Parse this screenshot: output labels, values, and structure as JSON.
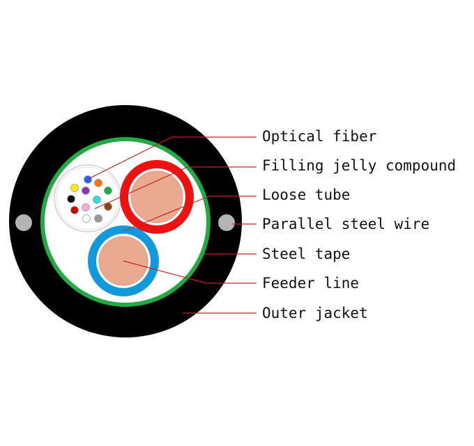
{
  "labels": [
    "Optical fiber",
    "Filling jelly compound",
    "Loose tube",
    "Parallel steel wire",
    "Steel tape",
    "Feeder line",
    "Outer jacket"
  ],
  "colors": {
    "jacket": "#000000",
    "steel_tape": "#22aa44",
    "filling": "#ffffff",
    "loose_tube_red": "#ee1111",
    "feeder_blue": "#1199dd",
    "core": "#eba98f",
    "steel_wire": "#b4b4b4",
    "leader": "#cc2222"
  },
  "fiber_colors": [
    "#2266ff",
    "#ffee00",
    "#ff7700",
    "#22aa44",
    "#111111",
    "#8833bb",
    "#33dddd",
    "#cc0000",
    "#ffaadd",
    "#8b4513",
    "#ffffff",
    "#999999"
  ]
}
